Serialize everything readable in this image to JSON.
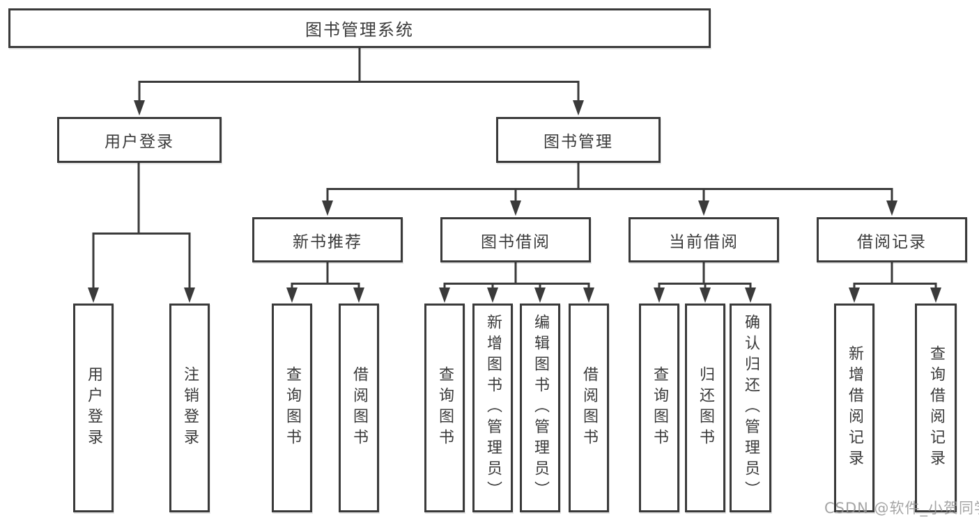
{
  "diagram": {
    "type": "hierarchy-chart",
    "colors": {
      "line": "#3a3a3a",
      "text": "#3a3a3a",
      "box_background": "#ffffff",
      "page_background": "#ffffff",
      "watermark": "#949494"
    },
    "tree": {
      "label": "图书管理系统",
      "children": [
        {
          "label": "用户登录",
          "children": [
            {
              "label": "用户登录"
            },
            {
              "label": "注销登录"
            }
          ]
        },
        {
          "label": "图书管理",
          "children": [
            {
              "label": "新书推荐",
              "children": [
                {
                  "label": "查询图书"
                },
                {
                  "label": "借阅图书"
                }
              ]
            },
            {
              "label": "图书借阅",
              "children": [
                {
                  "label": "查询图书"
                },
                {
                  "label": "新增图书（管理员）"
                },
                {
                  "label": "编辑图书（管理员）"
                },
                {
                  "label": "借阅图书"
                }
              ]
            },
            {
              "label": "当前借阅",
              "children": [
                {
                  "label": "查询图书"
                },
                {
                  "label": "归还图书"
                },
                {
                  "label": "确认归还（管理员）"
                }
              ]
            },
            {
              "label": "借阅记录",
              "children": [
                {
                  "label": "新增借阅记录"
                },
                {
                  "label": "查询借阅记录"
                }
              ]
            }
          ]
        }
      ]
    },
    "watermark": {
      "text": "CSDN @软件_小贺同学"
    }
  }
}
